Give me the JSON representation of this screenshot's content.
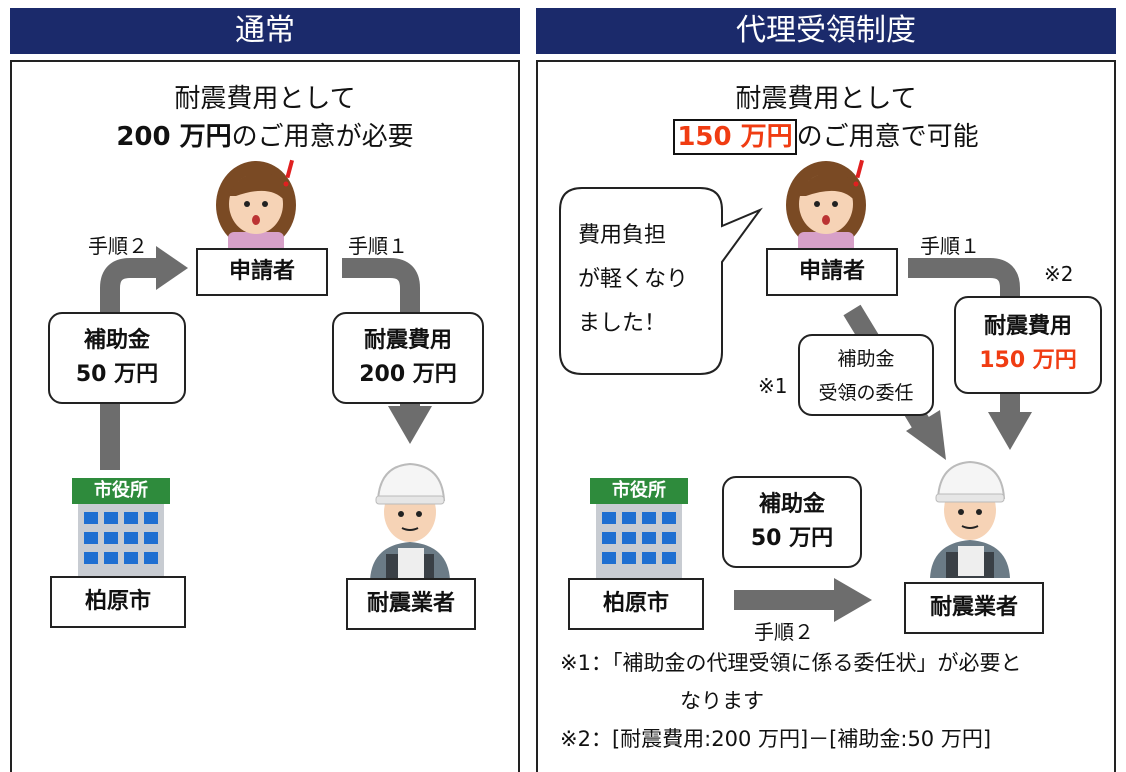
{
  "left": {
    "header": "通常",
    "title_line1": "耐震費用として",
    "title_amount": "200 万円",
    "title_rest": "のご用意が必要",
    "applicant": "申請者",
    "step2": "手順２",
    "step1": "手順１",
    "subsidy_line1": "補助金",
    "subsidy_line2": "50 万円",
    "cost_line1": "耐震費用",
    "cost_line2": "200 万円",
    "city_sign": "市役所",
    "city": "柏原市",
    "contractor": "耐震業者"
  },
  "right": {
    "header": "代理受領制度",
    "title_line1": "耐震費用として",
    "title_amount": "150 万円",
    "title_rest": "のご用意で可能",
    "speech_line1": "費用負担",
    "speech_line2": "が軽くなり",
    "speech_line3": "ました！",
    "applicant": "申請者",
    "step1": "手順１",
    "mark2": "※2",
    "mark1": "※1",
    "delegation_line1": "補助金",
    "delegation_line2": "受領の委任",
    "cost_line1": "耐震費用",
    "cost_line2": "150 万円",
    "subsidy_line1": "補助金",
    "subsidy_line2": "50 万円",
    "city_sign": "市役所",
    "city": "柏原市",
    "contractor": "耐震業者",
    "step2": "手順２",
    "note1_line1": "※1：「補助金の代理受領に係る委任状」が必要と",
    "note1_line2": "なります",
    "note2": "※2：[耐震費用:200 万円]－[補助金:50 万円]"
  },
  "colors": {
    "header_bg": "#1b2a6b",
    "arrow": "#6d6d6d",
    "highlight": "#f03c12",
    "building_green": "#2e8b3c",
    "window_blue": "#1f6fd1"
  }
}
